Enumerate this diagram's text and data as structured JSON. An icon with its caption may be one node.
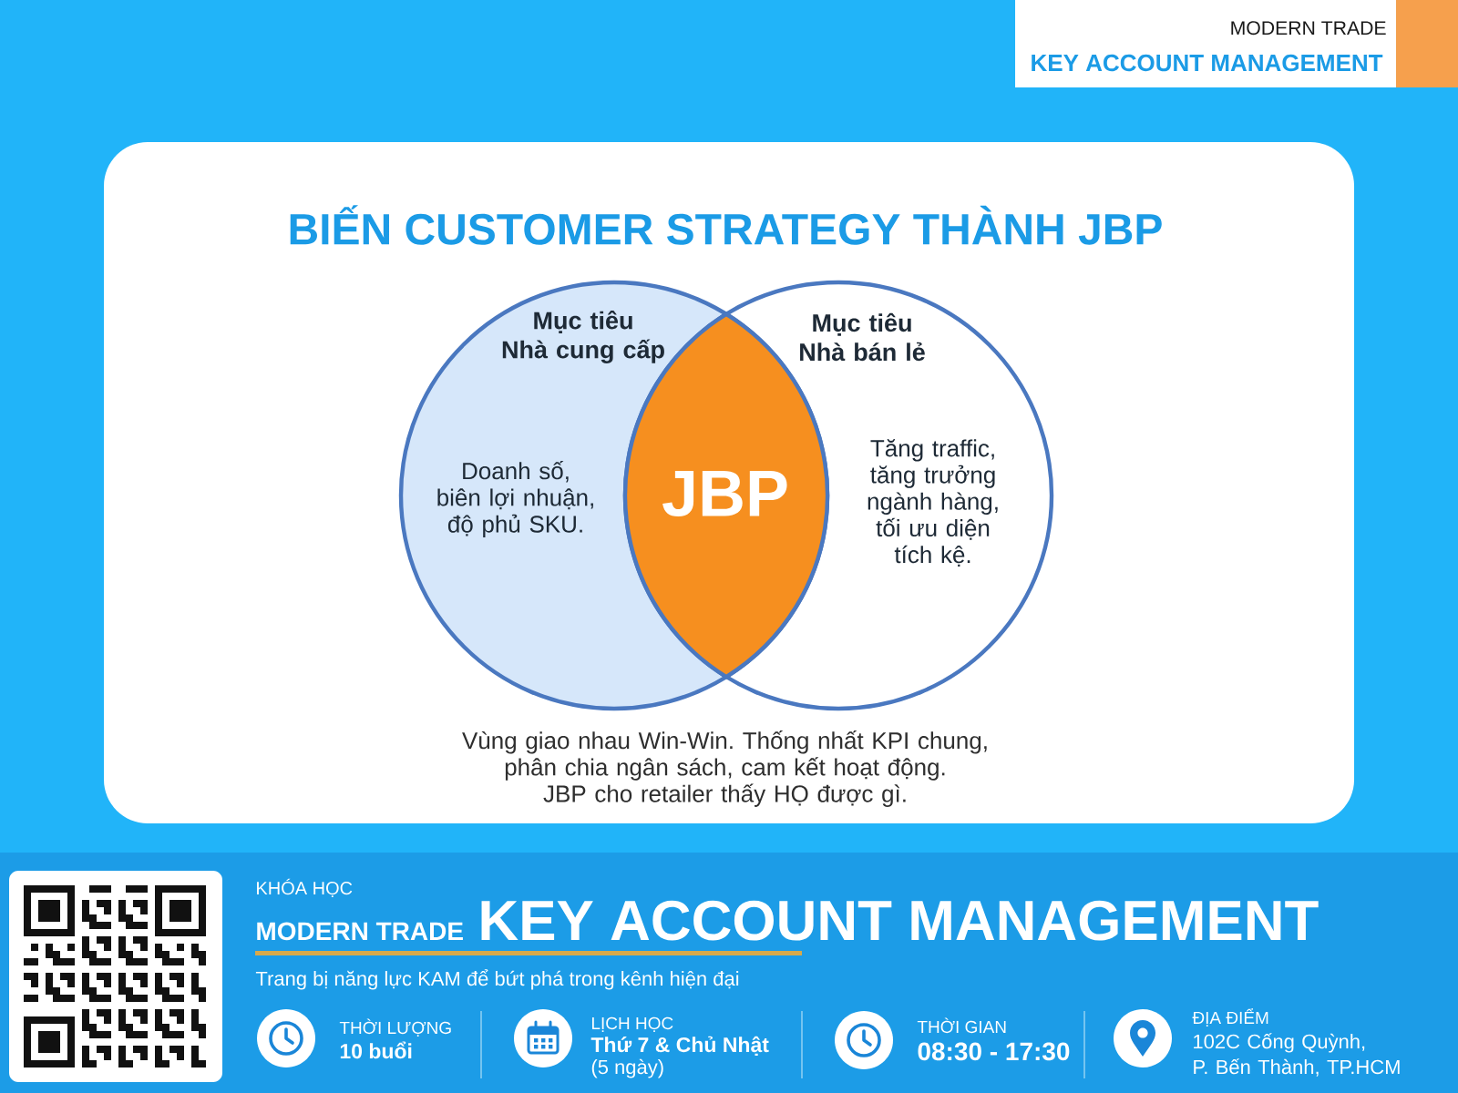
{
  "diagram": {
    "title": "BIẾN CUSTOMER STRATEGY THÀNH JBP",
    "nodes": [
      {
        "text": [
          "Mục tiêu Nhà cung cấp",
          "Doanh số, biên lợi nhuận, độ phủ SKU."
        ]
      },
      {
        "text": [
          "Mục tiêu Nhà bán lẻ",
          "Tăng traffic, tăng trưởng ngành hàng, tối ưu diện tích kệ."
        ]
      },
      {
        "text": [
          "JBP"
        ]
      }
    ],
    "labels": [
      "MODERN TRADE",
      "KEY ACCOUNT MANAGEMENT",
      "Vùng giao nhau Win-Win. Thống nhất KPI chung, phân chia ngân sách, cam kết hoạt động. JBP cho retailer thấy HỌ được gì.",
      "KHÓA HỌC",
      "MODERN TRADE",
      "KEY ACCOUNT MANAGEMENT",
      "Trang bị năng lực KAM để bứt phá trong kênh hiện đại",
      "THỜI LƯỢNG",
      "10 buổi",
      "LỊCH HỌC",
      "Thứ 7 & Chủ Nhật",
      "(5 ngày)",
      "THỜI GIAN",
      "08:30 - 17:30",
      "ĐỊA ĐIỂM",
      "102C Cống Quỳnh, P. Bến Thành, TP.HCM"
    ]
  }
}
